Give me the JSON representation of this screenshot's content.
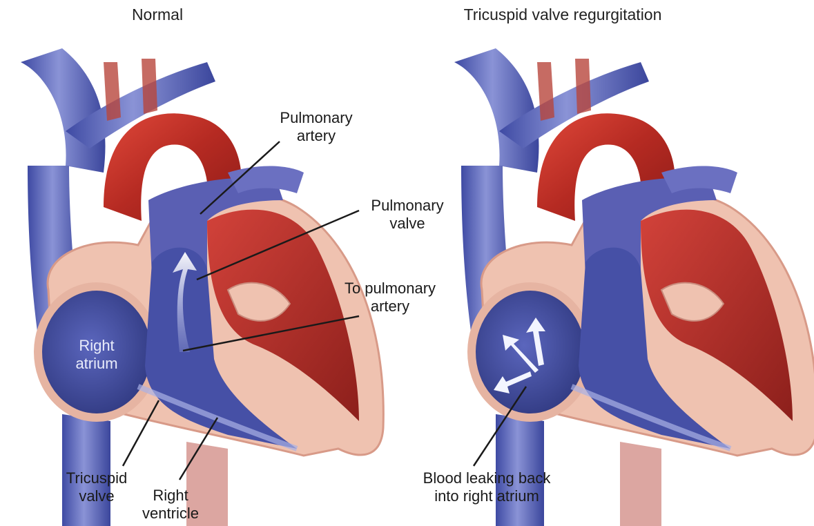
{
  "panels": {
    "normal": {
      "title": "Normal",
      "labels": {
        "pulmonary_artery": [
          "Pulmonary",
          "artery"
        ],
        "pulmonary_valve": [
          "Pulmonary",
          "valve"
        ],
        "to_pulmonary_artery": [
          "To pulmonary",
          "artery"
        ],
        "right_atrium": [
          "Right",
          "atrium"
        ],
        "tricuspid_valve": [
          "Tricuspid",
          "valve"
        ],
        "right_ventricle": [
          "Right",
          "ventricle"
        ]
      }
    },
    "regurgitation": {
      "title": "Tricuspid valve regurgitation",
      "labels": {
        "blood_leaking": [
          "Blood leaking back",
          "into right atrium"
        ]
      }
    }
  },
  "colors": {
    "vein_blue": "#5a63b3",
    "chamber_blue": "#3f4a9f",
    "artery_red": "#c8352b",
    "muscle_red": "#b42a22",
    "tissue_pink": "#efc2b0",
    "tissue_edge": "#d89a88"
  }
}
